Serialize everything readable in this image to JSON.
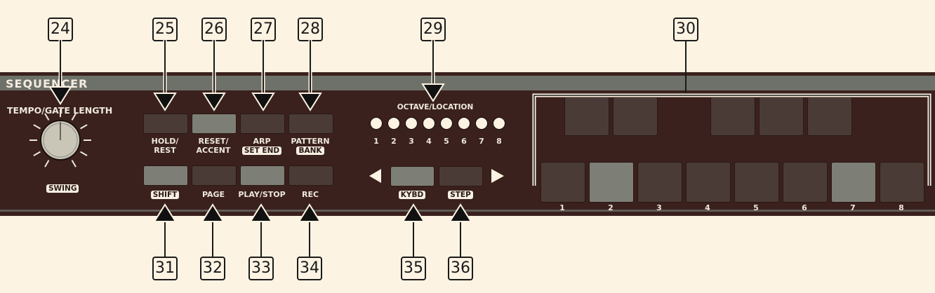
{
  "section_title": "SEQUENCER",
  "knob": {
    "label": "TEMPO/GATE LENGTH",
    "shift_label": "SWING"
  },
  "upper_buttons": [
    {
      "line1": "HOLD/",
      "line2": "REST",
      "shift": ""
    },
    {
      "line1": "RESET/",
      "line2": "ACCENT",
      "shift": ""
    },
    {
      "line1": "ARP",
      "line2": "",
      "shift": "SET END"
    },
    {
      "line1": "PATTERN",
      "line2": "",
      "shift": "BANK"
    }
  ],
  "lower_buttons": [
    {
      "label": "",
      "shift": "SHIFT"
    },
    {
      "label": "PAGE",
      "shift": ""
    },
    {
      "label": "PLAY/STOP",
      "shift": ""
    },
    {
      "label": "REC",
      "shift": ""
    }
  ],
  "octave": {
    "label": "OCTAVE/LOCATION",
    "leds": [
      "1",
      "2",
      "3",
      "4",
      "5",
      "6",
      "7",
      "8"
    ]
  },
  "nav": {
    "kybd": "KYBD",
    "step": "STEP"
  },
  "pads": {
    "numbers": [
      "1",
      "2",
      "3",
      "4",
      "5",
      "6",
      "7",
      "8"
    ],
    "lit": [
      2,
      7
    ]
  },
  "callouts_top": [
    "24",
    "25",
    "26",
    "27",
    "28",
    "29",
    "30"
  ],
  "callouts_bottom": [
    "31",
    "32",
    "33",
    "34",
    "35",
    "36"
  ],
  "colors": {
    "panel": "#3a211d",
    "stripe": "#6e716a",
    "button_dark": "#4a3b37",
    "button_light": "#7d7f77",
    "background": "#fdf3e3"
  }
}
